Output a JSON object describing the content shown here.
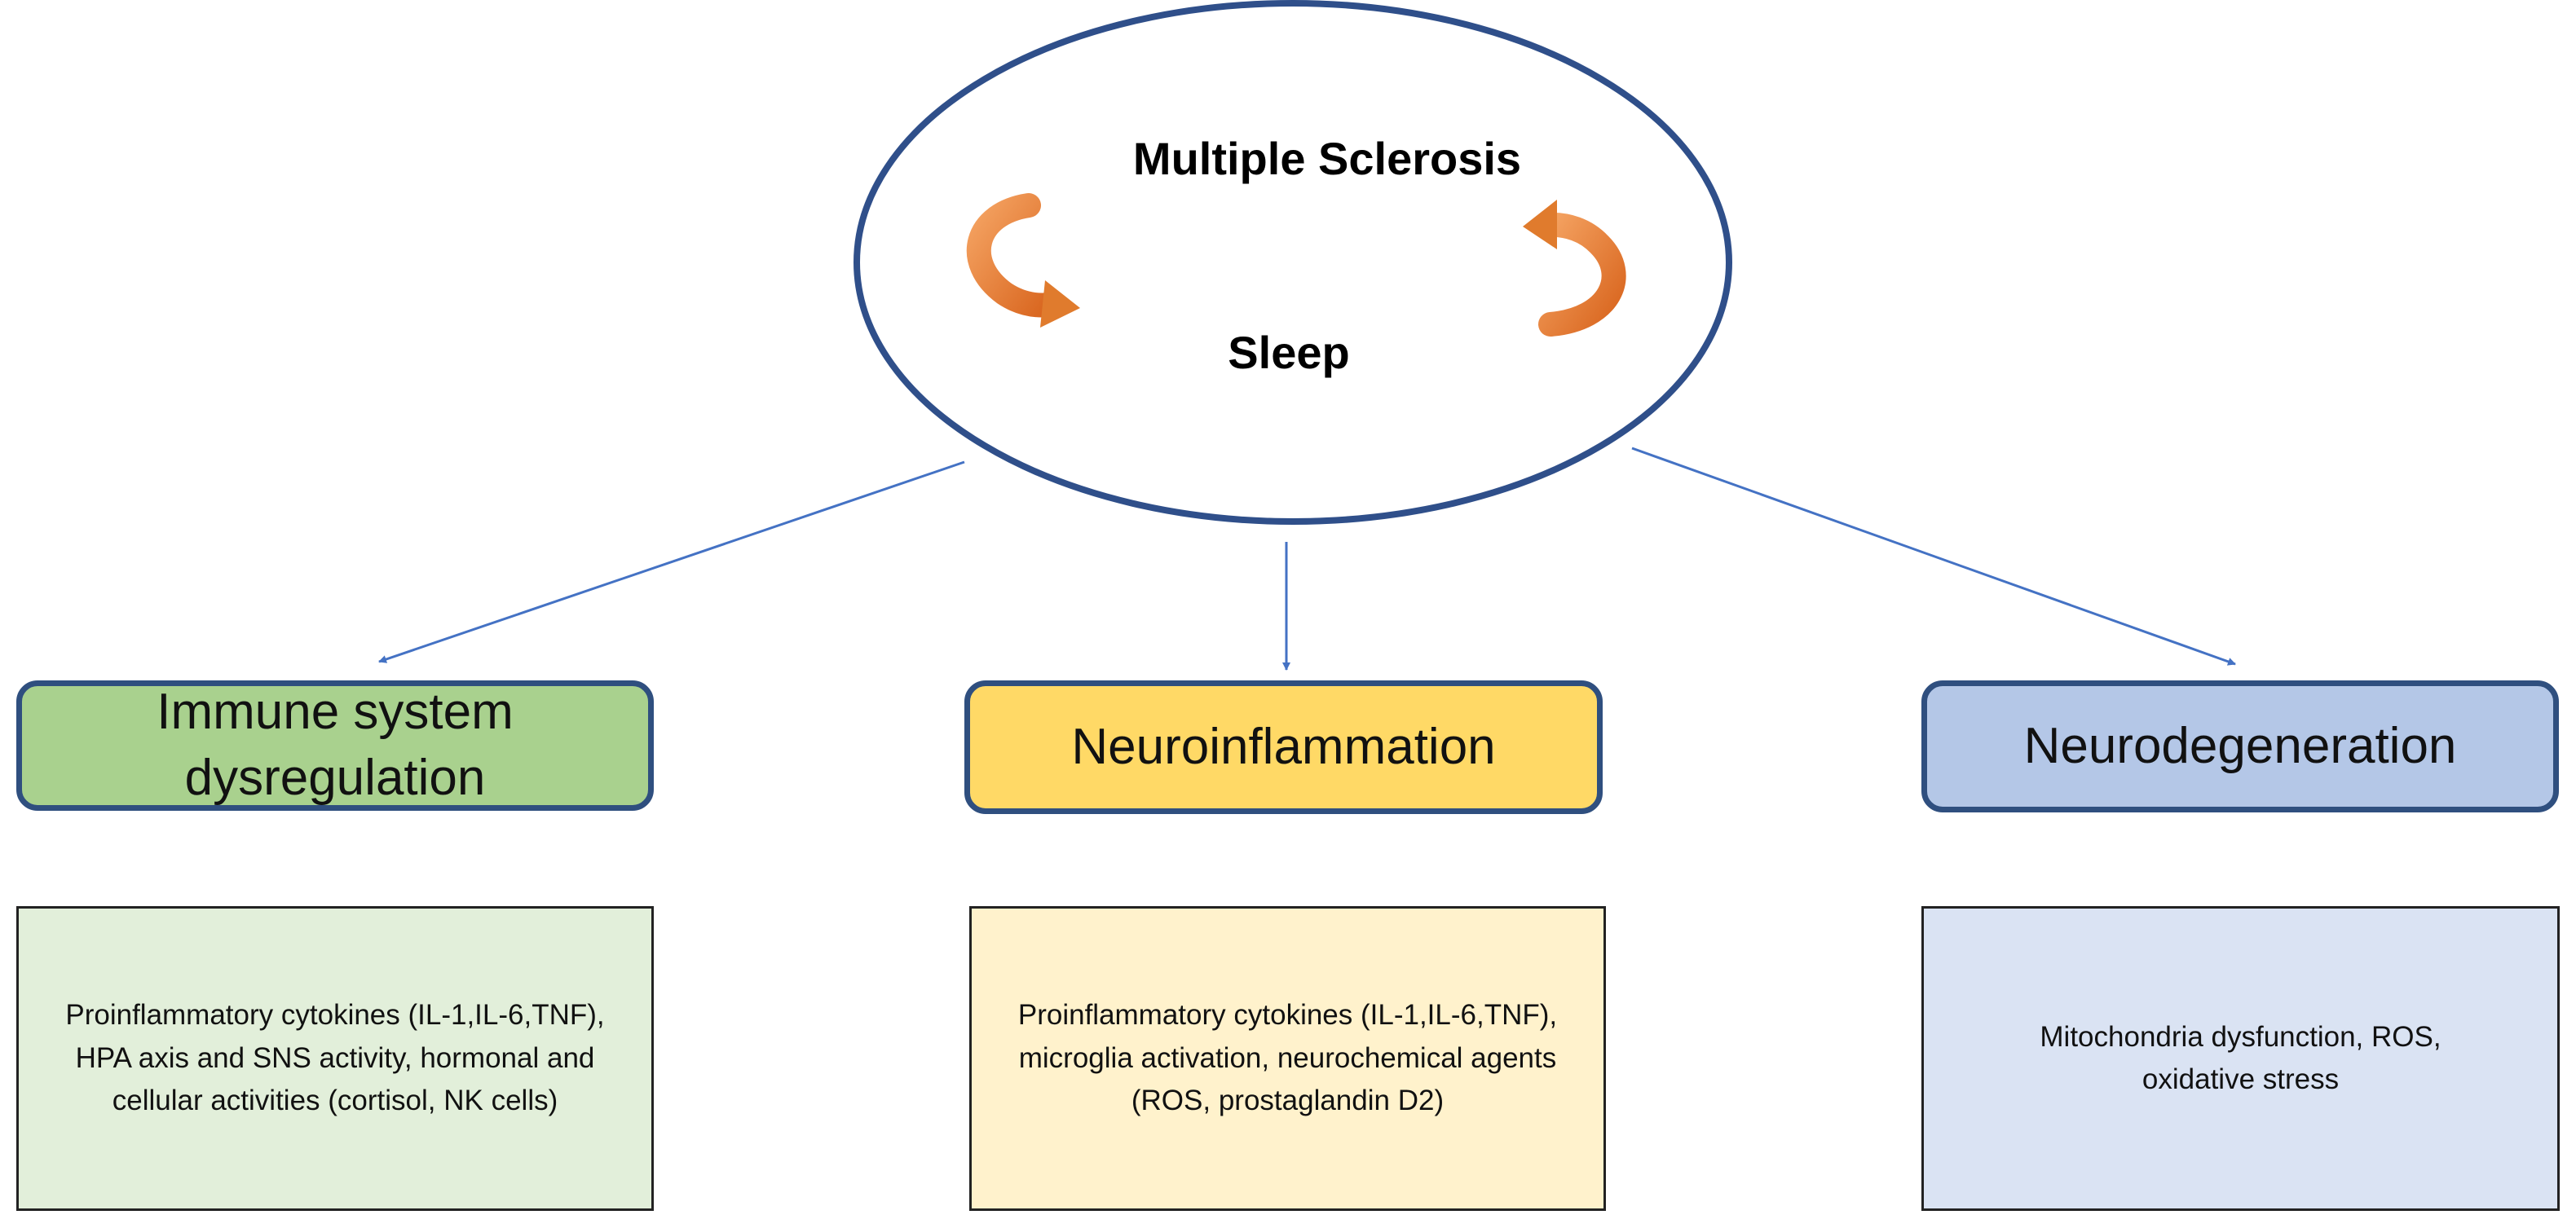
{
  "center": {
    "title": "Multiple Sclerosis",
    "subtitle": "Sleep"
  },
  "categories": [
    {
      "label": "Immune system dysregulation",
      "detail": "Proinflammatory cytokines (IL-1,IL-6,TNF), HPA axis and SNS activity, hormonal and cellular activities (cortisol, NK cells)"
    },
    {
      "label": "Neuroinflammation",
      "detail": "Proinflammatory cytokines (IL-1,IL-6,TNF), microglia activation, neurochemical agents (ROS, prostaglandin D2)"
    },
    {
      "label": "Neurodegeneration",
      "detail": "Mitochondria dysfunction, ROS, oxidative stress"
    }
  ],
  "colors": {
    "ellipse_stroke": "#2f4f8a",
    "arrow_line": "#4472c4",
    "cycle_arrow": "#ed7d31",
    "immune_fill": "#a9d18e",
    "neuroinfl_fill": "#ffd966",
    "neurodeg_fill": "#b4c7e7",
    "immune_detail_fill": "#e2efda",
    "neuroinfl_detail_fill": "#fff2cc",
    "neurodeg_detail_fill": "#dae3f3"
  }
}
